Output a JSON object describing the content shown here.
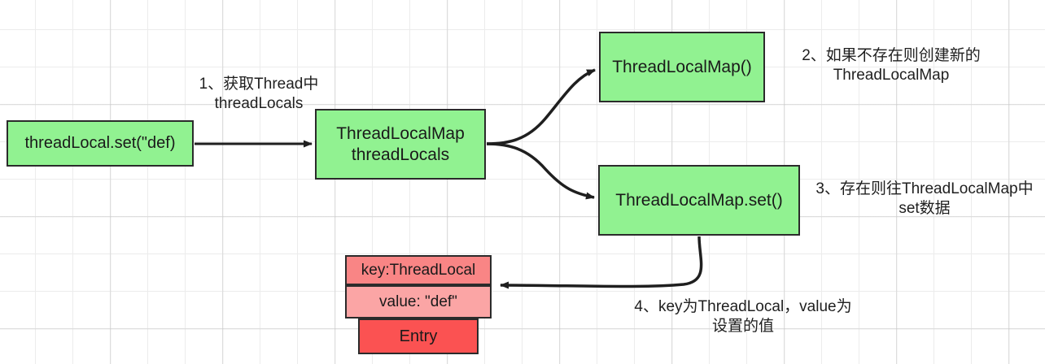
{
  "diagram": {
    "title": "ThreadLocal set flow",
    "background": {
      "grid_color": "#ececec",
      "page_color": "#ffffff"
    },
    "palette": {
      "node_green": "#91f291",
      "entry_key_pink": "#f98585",
      "entry_value_pink": "#fba5a5",
      "entry_label_red": "#fb5252",
      "stroke": "#2b2b2b",
      "text": "#1a1a1a"
    },
    "nodes": {
      "set_call": "threadLocal.set(\"def)",
      "thread_locals": "ThreadLocalMap\nthreadLocals",
      "map_constructor": "ThreadLocalMap()",
      "map_set": "ThreadLocalMap.set()",
      "entry_key": "key:ThreadLocal",
      "entry_value": "value: \"def\"",
      "entry_label": "Entry"
    },
    "annotations": {
      "step1": "1、获取Thread中\nthreadLocals",
      "step2": "2、如果不存在则创建新的\nThreadLocalMap",
      "step3": "3、存在则往ThreadLocalMap中\nset数据",
      "step4": "4、key为ThreadLocal，value为\n设置的值"
    },
    "edges": [
      {
        "name": "set-call-to-threadlocals",
        "kind": "straight-arrow"
      },
      {
        "name": "threadlocals-to-map-constructor",
        "kind": "curved-arrow"
      },
      {
        "name": "threadlocals-to-map-set",
        "kind": "curved-arrow"
      },
      {
        "name": "map-set-to-entry",
        "kind": "curved-arrow"
      }
    ]
  }
}
